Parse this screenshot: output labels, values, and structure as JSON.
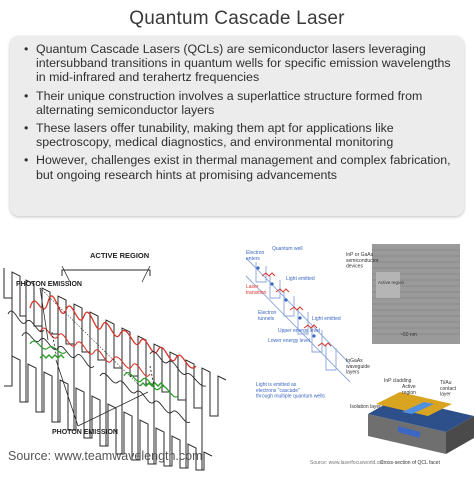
{
  "title": "Quantum Cascade Laser",
  "bullets": [
    "Quantum Cascade Lasers (QCLs) are semiconductor lasers leveraging intersubband transitions in quantum wells for specific emission wavelengths in mid-infrared and terahertz frequencies",
    "Their unique construction involves a superlattice structure formed from alternating semiconductor layers",
    "These lasers offer tunability, making them apt for applications like spectroscopy, medical diagnostics, and environmental monitoring",
    "However, challenges exist in thermal management and complex fabrication, but ongoing research hints at promising advancements"
  ],
  "left_diagram": {
    "active_region_label": "ACTIVE REGION",
    "photon_emission_label_top": "PHOTON EMISSION",
    "photon_emission_label_bottom": "PHOTON EMISSION"
  },
  "right_diagram": {
    "labels": {
      "quantum_well": "Quantum well",
      "electron_enters": "Electron\nenters",
      "laser_transition": "Laser\ntransition",
      "light_emitted_1": "Light emitted",
      "light_emitted_2": "Light emitted",
      "electron_tunnels": "Electron\ntunnels",
      "lower_energy_level": "Lower energy level",
      "upper_energy_level": "Upper energy level",
      "light_emitted_note": "Light is emitted as\nelectrons \"cascade\"\nthrough multiple quantum wells",
      "inp_gaas": "InP or GaAs\nsemiconductor\ndevices",
      "active_region": "Active region",
      "scale": "~50 nm",
      "ingaas": "InGaAs\nwaveguide\nlayers",
      "inp_cladding": "InP cladding",
      "isolation_layer": "Isolation layer",
      "active_region_2": "Active\nregion",
      "ti_au": "Ti/Au\ncontact\nlayer",
      "cross_section": "Cross-section of QCL facet",
      "source_credit": "Source: www.laserfocusworld.com"
    }
  },
  "source": "Source: www.teamwavelength.com",
  "colors": {
    "red": "#d9352b",
    "green": "#2a9d2a",
    "blue": "#3a66c4",
    "gold": "#d9a520"
  }
}
